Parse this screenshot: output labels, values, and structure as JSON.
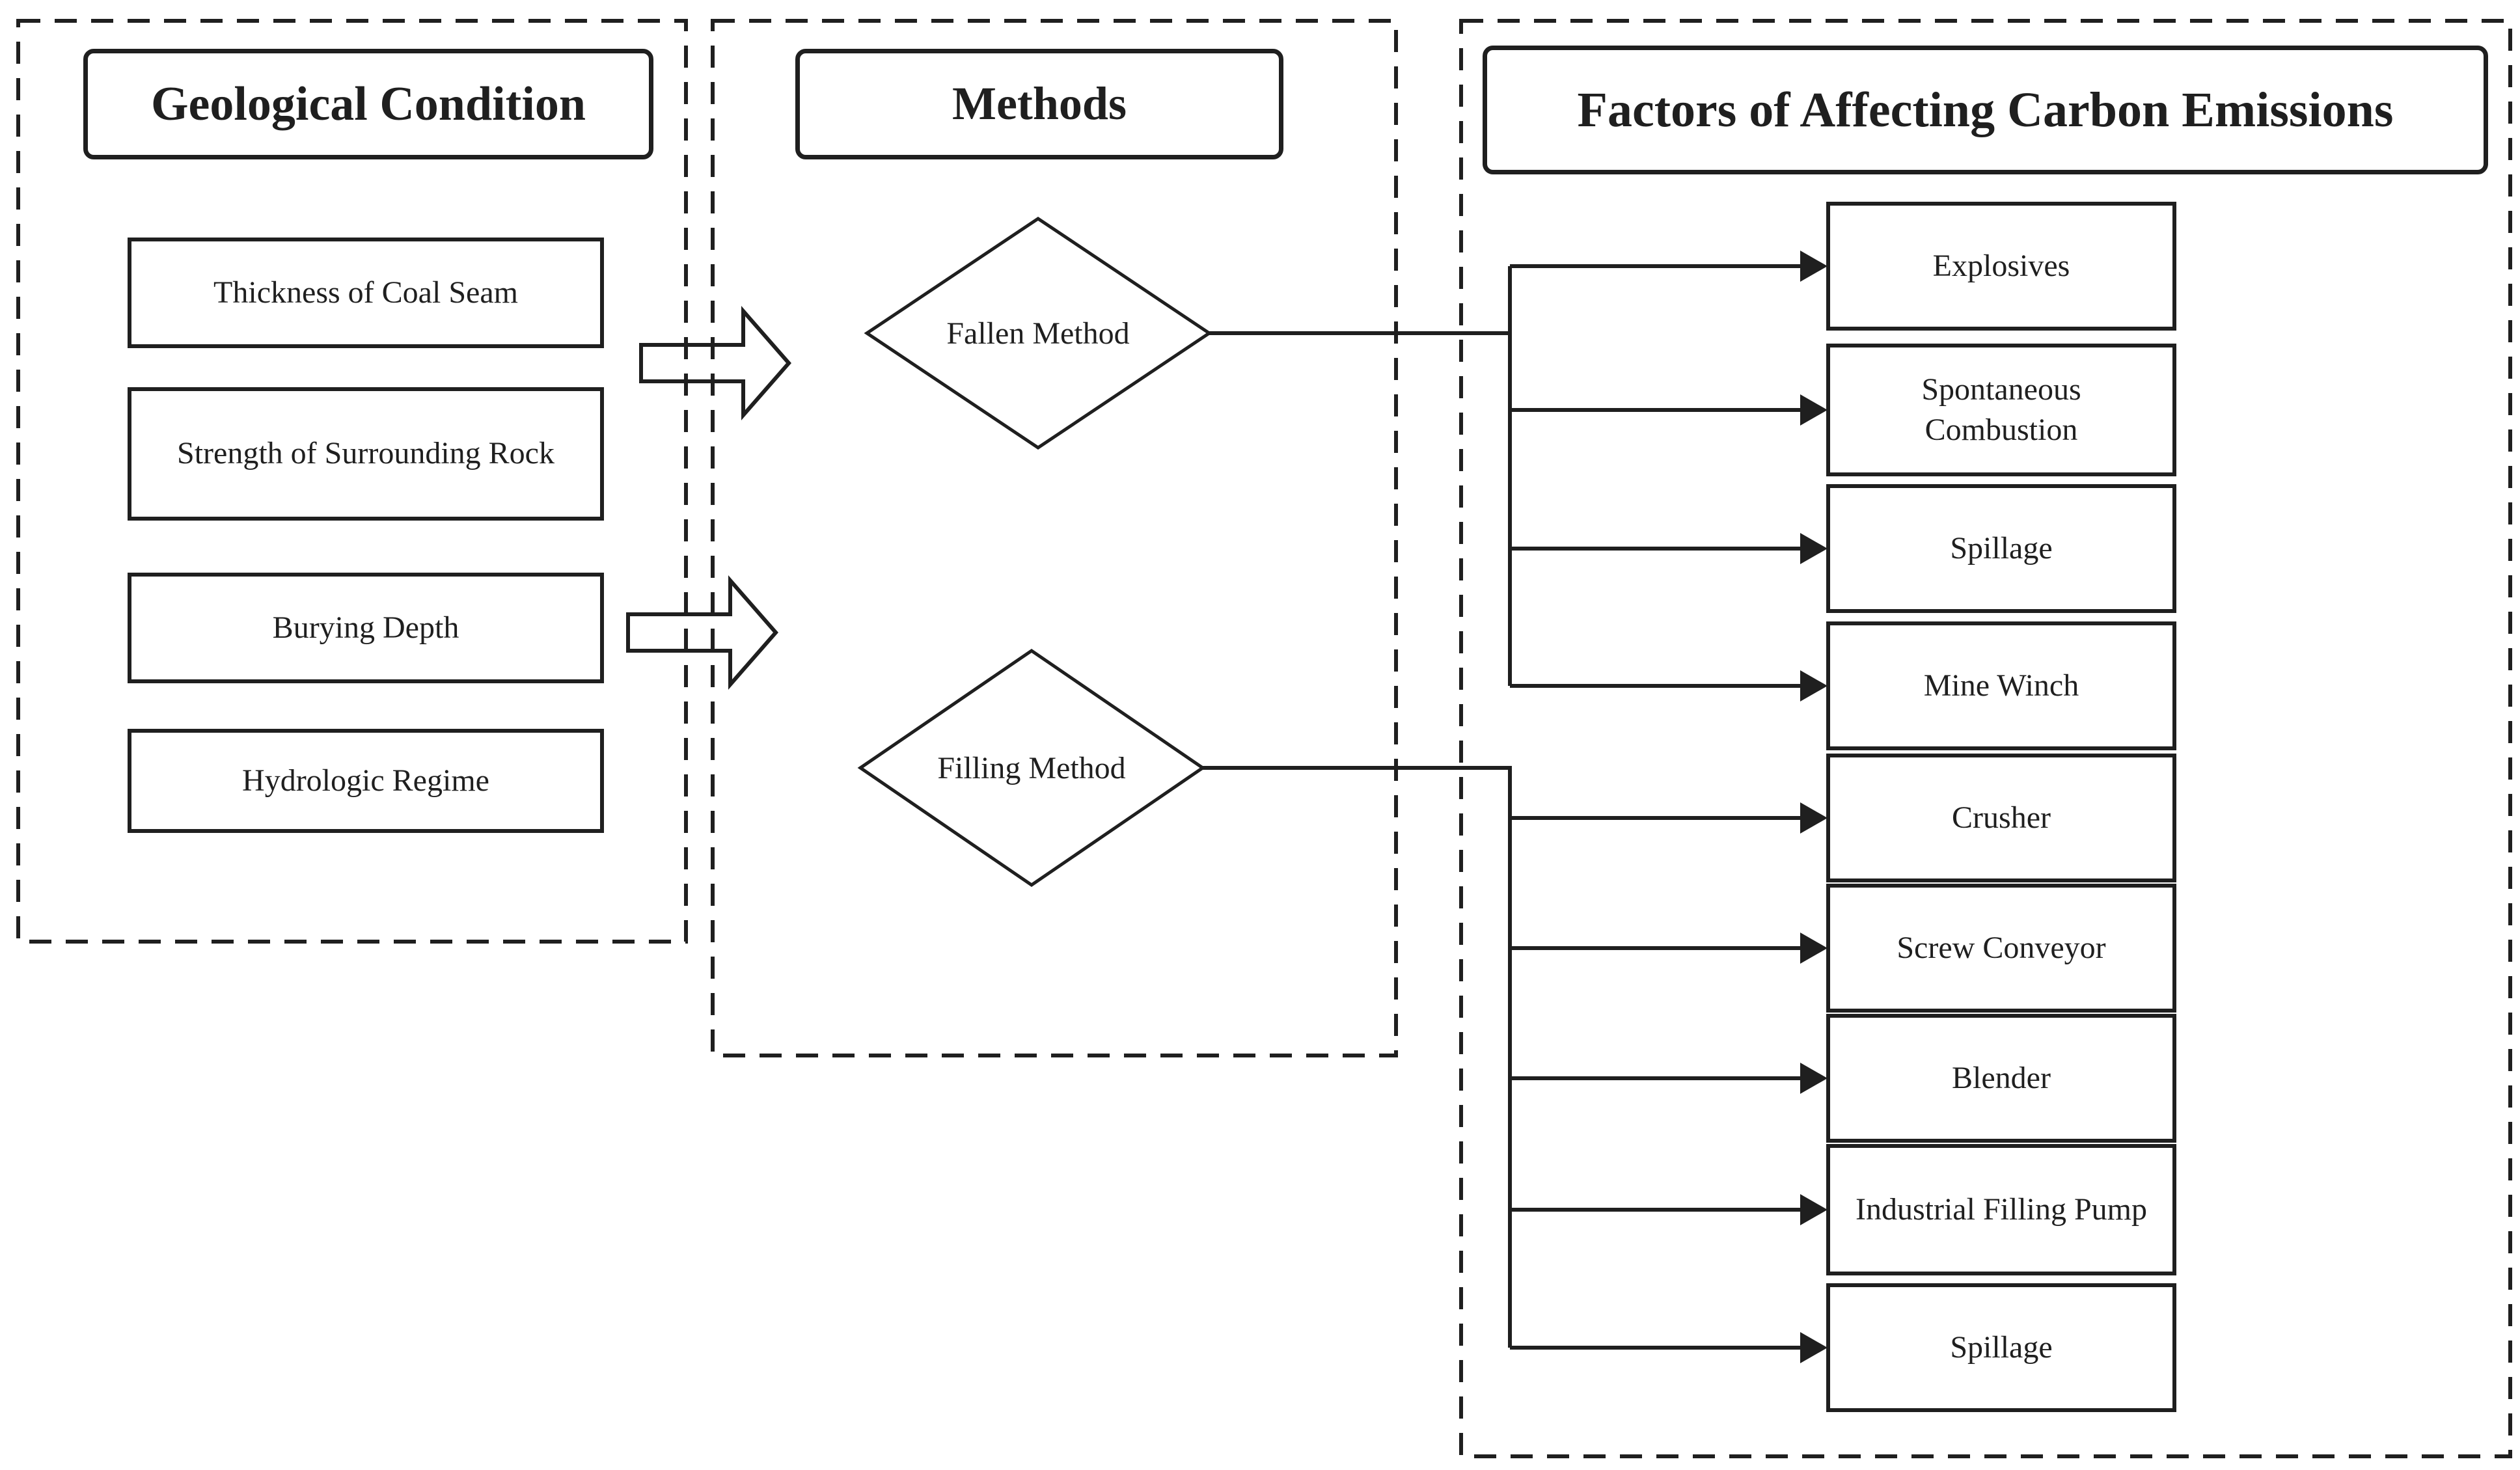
{
  "colors": {
    "ink": "#1f1f1f",
    "paper": "#ffffff"
  },
  "icons": {
    "block_arrow": "hollow-right-block-arrow",
    "branch_arrow": "solid-right-arrowhead"
  },
  "left": {
    "title": "Geological Condition",
    "items": [
      "Thickness of Coal Seam",
      "Strength of Surrounding Rock",
      "Burying Depth",
      "Hydrologic Regime"
    ]
  },
  "middle": {
    "title": "Methods",
    "methods": [
      "Fallen Method",
      "Filling Method"
    ]
  },
  "right": {
    "title": "Factors of Affecting Carbon Emissions",
    "fallen_factors": [
      "Explosives",
      "Spontaneous Combustion",
      "Spillage",
      "Mine Winch"
    ],
    "filling_factors": [
      "Crusher",
      "Screw Conveyor",
      "Blender",
      "Industrial Filling Pump",
      "Spillage"
    ]
  }
}
